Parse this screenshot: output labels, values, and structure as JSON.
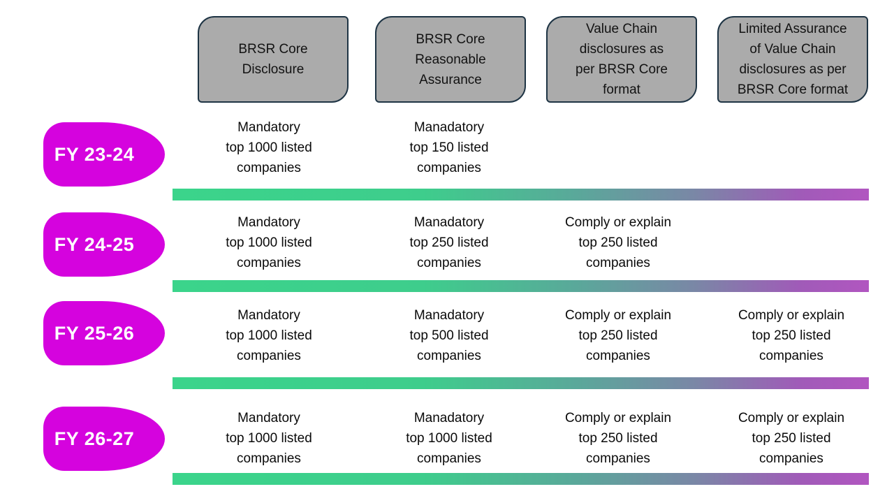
{
  "diagram": {
    "description_colors": {
      "header_fill": "#ababab",
      "header_border": "#1e3444",
      "year_chip_fill": "#d503de",
      "year_chip_text": "#ffffff",
      "bar_gradient_start": "#3bd48b",
      "bar_gradient_mid": "#7a87a6",
      "bar_gradient_end": "#b156c0",
      "cell_text": "#0a0a0a"
    },
    "columns": [
      {
        "label": "BRSR Core\nDisclosure"
      },
      {
        "label": "BRSR Core\nReasonable\nAssurance"
      },
      {
        "label": "Value Chain\ndisclosures as\nper BRSR Core\nformat"
      },
      {
        "label": "Limited Assurance\nof Value Chain\ndisclosures as per\nBRSR Core format"
      }
    ],
    "rows": [
      {
        "year": "FY 23-24",
        "cells": [
          "Mandatory\ntop 1000 listed\ncompanies",
          "Manadatory\ntop 150 listed\ncompanies",
          "",
          ""
        ]
      },
      {
        "year": "FY 24-25",
        "cells": [
          "Mandatory\ntop 1000 listed\ncompanies",
          "Manadatory\ntop 250 listed\ncompanies",
          "Comply or explain\ntop 250 listed\ncompanies",
          ""
        ]
      },
      {
        "year": "FY 25-26",
        "cells": [
          "Mandatory\ntop 1000 listed\ncompanies",
          "Manadatory\ntop 500 listed\ncompanies",
          "Comply or explain\ntop 250 listed\ncompanies",
          "Comply or explain\ntop 250 listed\ncompanies"
        ]
      },
      {
        "year": "FY 26-27",
        "cells": [
          "Mandatory\ntop 1000 listed\ncompanies",
          "Manadatory\ntop 1000 listed\ncompanies",
          "Comply or explain\ntop 250 listed\ncompanies",
          "Comply or explain\ntop 250 listed\ncompanies"
        ]
      }
    ]
  }
}
